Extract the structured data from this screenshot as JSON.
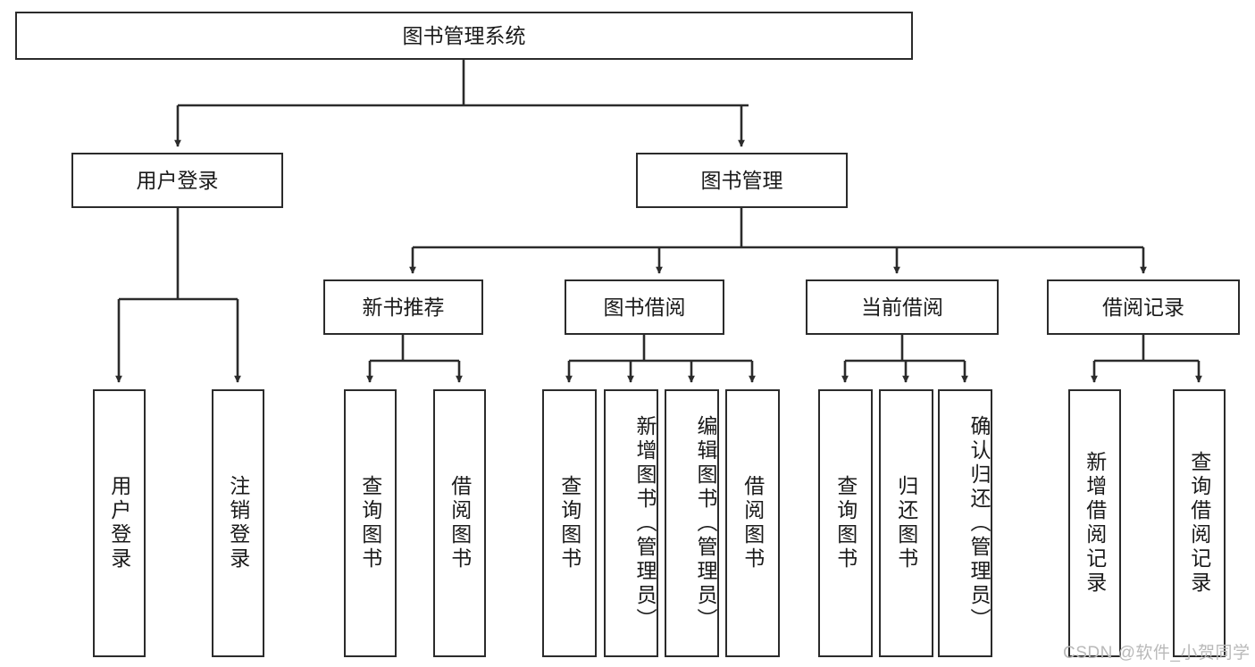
{
  "diagram": {
    "title": "图书管理系统",
    "type": "tree",
    "watermark": "CSDN @软件_小贺同学",
    "colors": {
      "stroke": "#2b2b2b",
      "fill": "#ffffff",
      "text": "#1a1a1a",
      "watermark": "#b9b9b9"
    },
    "nodes": {
      "root": {
        "label": "图书管理系统"
      },
      "level1": [
        {
          "label": "用户登录"
        },
        {
          "label": "图书管理"
        }
      ],
      "level2": [
        {
          "label": "新书推荐"
        },
        {
          "label": "图书借阅"
        },
        {
          "label": "当前借阅"
        },
        {
          "label": "借阅记录"
        }
      ],
      "leaves": {
        "user_login": [
          {
            "label": "用户登录"
          },
          {
            "label": "注销登录"
          }
        ],
        "new_book": [
          {
            "label": "查询图书"
          },
          {
            "label": "借阅图书"
          }
        ],
        "book_borrow": [
          {
            "label": "查询图书"
          },
          {
            "label": "新增图书（管理员）"
          },
          {
            "label": "编辑图书（管理员）"
          },
          {
            "label": "借阅图书"
          }
        ],
        "current_borrow": [
          {
            "label": "查询图书"
          },
          {
            "label": "归还图书"
          },
          {
            "label": "确认归还（管理员）"
          }
        ],
        "borrow_record": [
          {
            "label": "新增借阅记录"
          },
          {
            "label": "查询借阅记录"
          }
        ]
      }
    }
  }
}
